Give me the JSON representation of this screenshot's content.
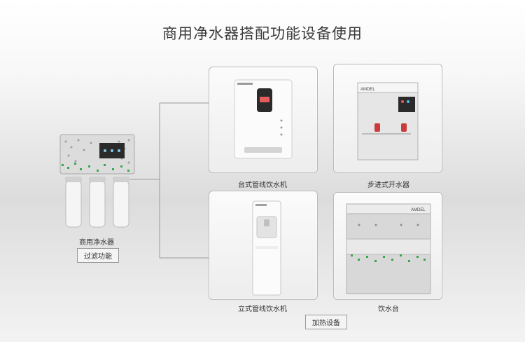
{
  "title": "商用净水器搭配功能设备使用",
  "purifier": {
    "name": "商用净水器",
    "tag": "过滤功能"
  },
  "devices": [
    {
      "name": "台式管线饮水机"
    },
    {
      "name": "步进式开水器"
    },
    {
      "name": "立式管线饮水机"
    },
    {
      "name": "饮水台"
    }
  ],
  "heating_tag": "加热设备",
  "brand": "AMDEL"
}
